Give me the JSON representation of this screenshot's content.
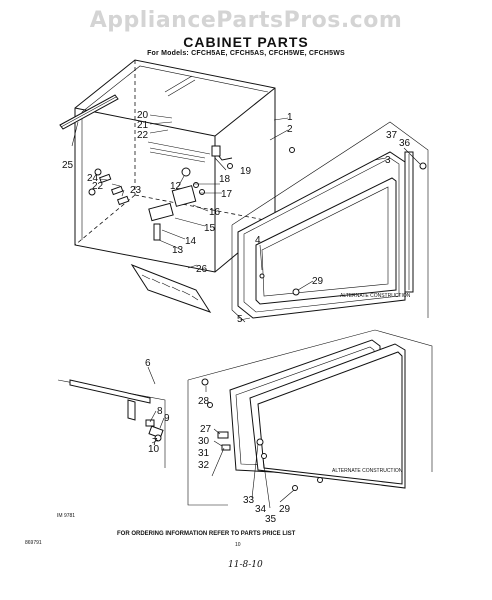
{
  "watermark": "AppliancePartsPros.com",
  "title": "CABINET PARTS",
  "subtitle": "For Models: CFCH5AE, CFCH5AS, CFCH5WE, CFCH5WS",
  "alternate_construction_upper": "ALTERNATE CONSTRUCTION",
  "alternate_construction_lower": "ALTERNATE CONSTRUCTION",
  "figure_code": "IM 9781",
  "footer_note": "FOR ORDERING INFORMATION REFER TO PARTS PRICE LIST",
  "doc_number": "869791",
  "page_number": "10",
  "handwritten_date": "11-8-10",
  "part_labels": {
    "p1": "1",
    "p2": "2",
    "p3": "3",
    "p4": "4",
    "p5": "5",
    "p6": "6",
    "p7": "7",
    "p8": "8",
    "p9": "9",
    "p10": "10",
    "p12": "12",
    "p13": "13",
    "p14": "14",
    "p15": "15",
    "p16": "16",
    "p17": "17",
    "p18": "18",
    "p19": "19",
    "p20": "20",
    "p21": "21",
    "p22a": "22",
    "p22b": "22",
    "p23": "23",
    "p24": "24",
    "p25": "25",
    "p26": "26",
    "p27": "27",
    "p28": "28",
    "p29a": "29",
    "p29b": "29",
    "p30": "30",
    "p31": "31",
    "p32": "32",
    "p33": "33",
    "p34": "34",
    "p35": "35",
    "p36": "36",
    "p37": "37"
  }
}
